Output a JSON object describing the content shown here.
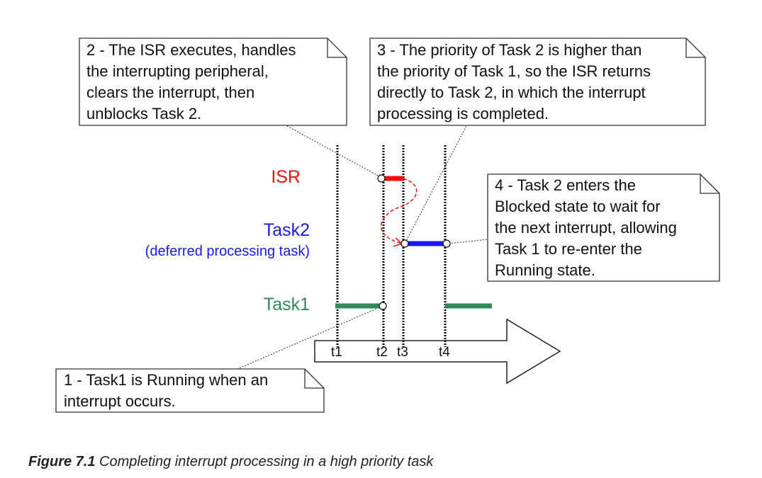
{
  "notes": {
    "note1": "1 - Task1 is Running when an\ninterrupt occurs.",
    "note2": "2 - The ISR executes, handles\nthe interrupting peripheral,\nclears the interrupt, then\nunblocks Task 2.",
    "note3": "3 - The priority of Task 2 is higher than\nthe priority of Task 1, so the ISR returns\ndirectly to Task 2, in which the interrupt\nprocessing is completed.",
    "note4": "4 - Task 2 enters the\nBlocked state to wait for\nthe next interrupt, allowing\nTask 1 to re-enter the\nRunning state."
  },
  "lanes": {
    "isr": "ISR",
    "task2": "Task2",
    "task2_sub": "(deferred processing task)",
    "task1": "Task1"
  },
  "ticks": [
    "t1",
    "t2",
    "t3",
    "t4"
  ],
  "caption": {
    "label": "Figure 7.1",
    "text": " Completing interrupt processing in a high priority task"
  },
  "colors": {
    "isr": "#ee1111",
    "task2": "#1a1ae6",
    "task1": "#2e8b57"
  }
}
